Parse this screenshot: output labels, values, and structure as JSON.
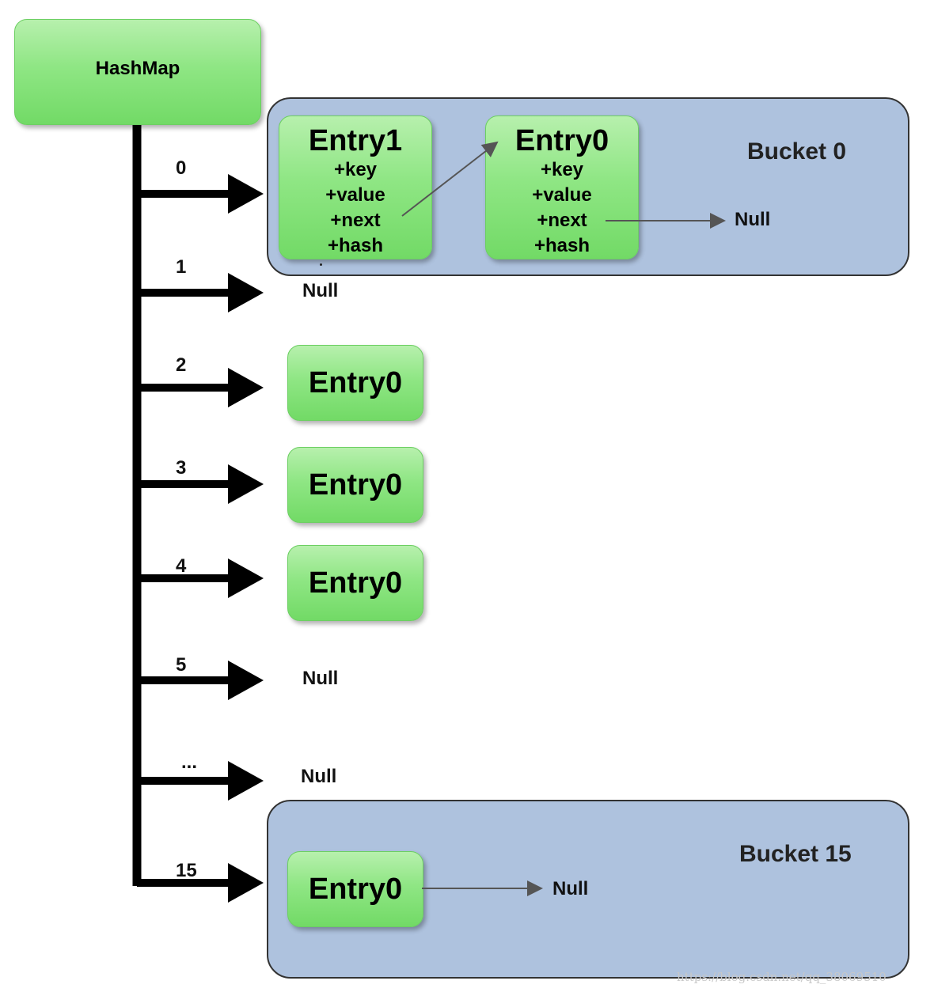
{
  "hashmap": {
    "label": "HashMap"
  },
  "indices": [
    "0",
    "1",
    "2",
    "3",
    "4",
    "5",
    "...",
    "15"
  ],
  "fields": [
    "+key",
    "+value",
    "+next",
    "+hash"
  ],
  "bucket0": {
    "title": "Bucket 0",
    "entry1_label": "Entry1",
    "entry0_label": "Entry0",
    "null_label": "Null"
  },
  "bucket15": {
    "title": "Bucket 15",
    "entry0_label": "Entry0",
    "null_label": "Null"
  },
  "slots": {
    "slot1_null": "Null",
    "slot2_entry": "Entry0",
    "slot3_entry": "Entry0",
    "slot4_entry": "Entry0",
    "slot5_null": "Null",
    "slot_ellipsis_null": "Null"
  },
  "watermark": "https://blog.csdn.net/qq_38069510",
  "colors": {
    "entry_green": "#8fe684",
    "bucket_blue": "#aec2de",
    "line_black": "#000000",
    "link_gray": "#555555"
  }
}
